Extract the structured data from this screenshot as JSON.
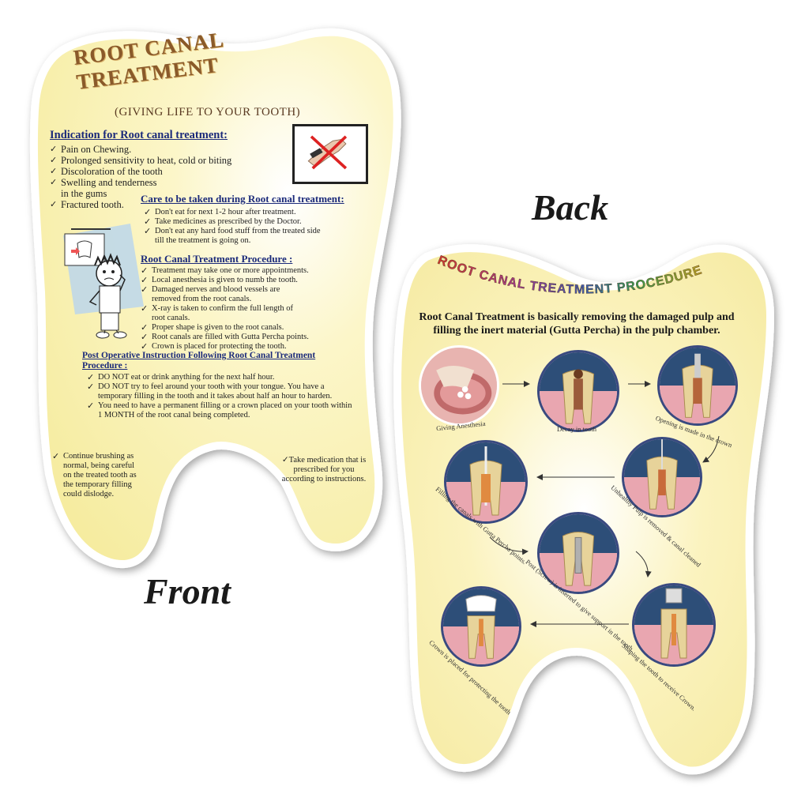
{
  "front": {
    "title": "ROOT CANAL TREATMENT",
    "subtitle": "(GIVING LIFE TO YOUR TOOTH)",
    "indication_heading": "Indication for Root canal treatment:",
    "indications": [
      "Pain on Chewing.",
      "Prolonged sensitivity to heat, cold or biting",
      "Discoloration of the tooth",
      "Swelling and tenderness in the gums",
      "Fractured tooth."
    ],
    "care_heading": "Care to be taken during Root canal treatment:",
    "care_items": [
      "Don't eat for next 1-2 hour after treatment.",
      "Take medicines as prescribed by the Doctor.",
      "Don't eat any hard food stuff from the treated side till the treatment is going on."
    ],
    "procedure_heading": "Root Canal Treatment Procedure :",
    "procedure_items": [
      "Treatment may take one or more appointments.",
      "Local anesthesia is given to numb the tooth.",
      "Damaged nerves and blood vessels are removed from the root canals.",
      "X-ray is taken to confirm the full length of root canals.",
      "Proper shape is given to the root canals.",
      "Root canals are filled with Gutta Percha points.",
      "Crown is placed for protecting the tooth."
    ],
    "post_heading": "Post Operative Instruction Following Root Canal Treatment Procedure :",
    "post_items": [
      "DO NOT eat or drink anything for the next half hour.",
      "DO NOT try to feel around your tooth with your tongue. You have a temporary filling in the tooth and it takes about half an hour to harden.",
      "You need to have a permanent filling or a crown placed on your tooth within 1 MONTH of the root canal being completed."
    ],
    "left_leg_note": "Continue brushing as normal, being careful on the treated tooth as the temporary filling could dislodge.",
    "right_leg_note": "Take medication that is prescribed for you according to instructions.",
    "label": "Front"
  },
  "back": {
    "label": "Back",
    "title": "ROOT CANAL TREATMENT PROCEDURE",
    "lead": "Root Canal Treatment is basically removing the damaged pulp and filling the inert material (Gutta Percha) in the pulp chamber.",
    "steps": [
      "Giving Anesthesia",
      "Decay in tooth",
      "Opening is made in the crown",
      "Unhealthy Pulp is removed & canal cleaned",
      "Filling the canals with Gutta Percha points.",
      "Post (Screw) is inserted to give support in the tooth.",
      "Shaping the tooth to receive Crown.",
      "Crown is placed for protecting the tooth"
    ]
  },
  "colors": {
    "card_fill": "#faf3b8",
    "card_border": "#ffffff",
    "heading_blue": "#1b2a7a",
    "title_brown": "#8a5a2a",
    "circle_border": "#3a4a80"
  }
}
